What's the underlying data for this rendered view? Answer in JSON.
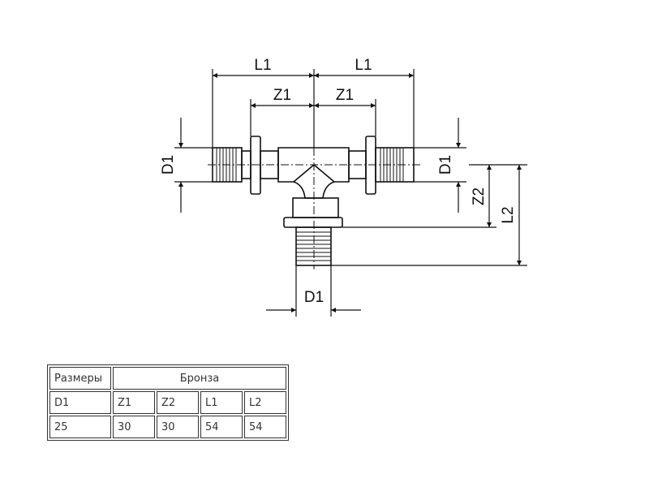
{
  "drawing": {
    "labels": {
      "l1_left": "L1",
      "l1_right": "L1",
      "z1_left": "Z1",
      "z1_right": "Z1",
      "d1_left": "D1",
      "d1_right": "D1",
      "d1_bottom": "D1",
      "z2": "Z2",
      "l2": "L2"
    }
  },
  "table": {
    "header": {
      "col1": "Размеры",
      "col2": "Бронза"
    },
    "labels": [
      "D1",
      "Z1",
      "Z2",
      "L1",
      "L2"
    ],
    "values": [
      "25",
      "30",
      "30",
      "54",
      "54"
    ]
  }
}
